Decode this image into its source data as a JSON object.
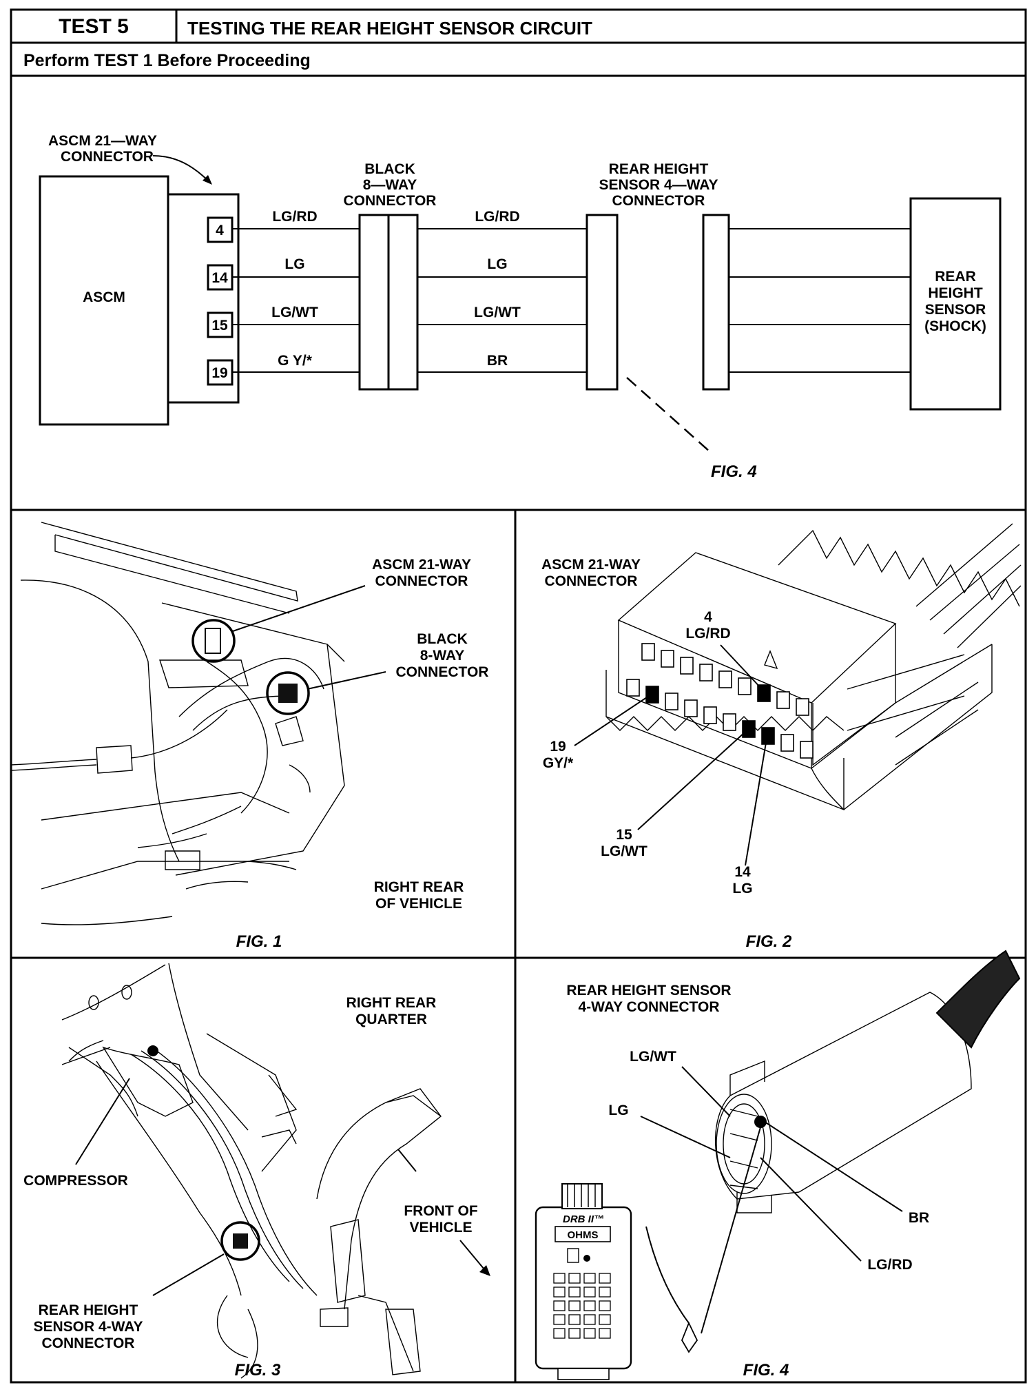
{
  "header": {
    "test_id": "TEST 5",
    "title": "TESTING THE REAR HEIGHT SENSOR CIRCUIT",
    "subtitle": "Perform TEST 1 Before Proceeding"
  },
  "schematic": {
    "ascm_connector_label_1": "ASCM 21—WAY",
    "ascm_connector_label_2": "CONNECTOR",
    "ascm_label": "ASCM",
    "black_connector_label_1": "BLACK",
    "black_connector_label_2": "8—WAY",
    "black_connector_label_3": "CONNECTOR",
    "rhs_connector_label_1": "REAR  HEIGHT",
    "rhs_connector_label_2": "SENSOR  4—WAY",
    "rhs_connector_label_3": "CONNECTOR",
    "sensor_label_1": "REAR",
    "sensor_label_2": "HEIGHT",
    "sensor_label_3": "SENSOR",
    "sensor_label_4": "(SHOCK)",
    "fig_ref": "FIG. 4",
    "pins": [
      {
        "pin": "4",
        "wire_left": "LG/RD",
        "wire_right": "LG/RD"
      },
      {
        "pin": "14",
        "wire_left": "LG",
        "wire_right": "LG"
      },
      {
        "pin": "15",
        "wire_left": "LG/WT",
        "wire_right": "LG/WT"
      },
      {
        "pin": "19",
        "wire_left": "G Y/*",
        "wire_right": "BR"
      }
    ]
  },
  "fig1": {
    "label_ascm_1": "ASCM 21-WAY",
    "label_ascm_2": "CONNECTOR",
    "label_black_1": "BLACK",
    "label_black_2": "8-WAY",
    "label_black_3": "CONNECTOR",
    "label_loc_1": "RIGHT REAR",
    "label_loc_2": "OF VEHICLE",
    "caption": "FIG. 1"
  },
  "fig2": {
    "label_1": "ASCM 21-WAY",
    "label_2": "CONNECTOR",
    "pin4_num": "4",
    "pin4_wire": "LG/RD",
    "pin19_num": "19",
    "pin19_wire": "GY/*",
    "pin15_num": "15",
    "pin15_wire": "LG/WT",
    "pin14_num": "14",
    "pin14_wire": "LG",
    "caption": "FIG. 2"
  },
  "fig3": {
    "label_loc_1": "RIGHT REAR",
    "label_loc_2": "QUARTER",
    "label_compressor": "COMPRESSOR",
    "label_front_1": "FRONT OF",
    "label_front_2": "VEHICLE",
    "label_rhs_1": "REAR HEIGHT",
    "label_rhs_2": "SENSOR 4-WAY",
    "label_rhs_3": "CONNECTOR",
    "caption": "FIG. 3"
  },
  "fig4": {
    "label_1": "REAR HEIGHT SENSOR",
    "label_2": "4-WAY CONNECTOR",
    "wire_lgwt": "LG/WT",
    "wire_lg": "LG",
    "wire_br": "BR",
    "wire_lgrd": "LG/RD",
    "meter_brand": "DRB II™",
    "meter_mode": "OHMS",
    "caption": "FIG. 4"
  }
}
